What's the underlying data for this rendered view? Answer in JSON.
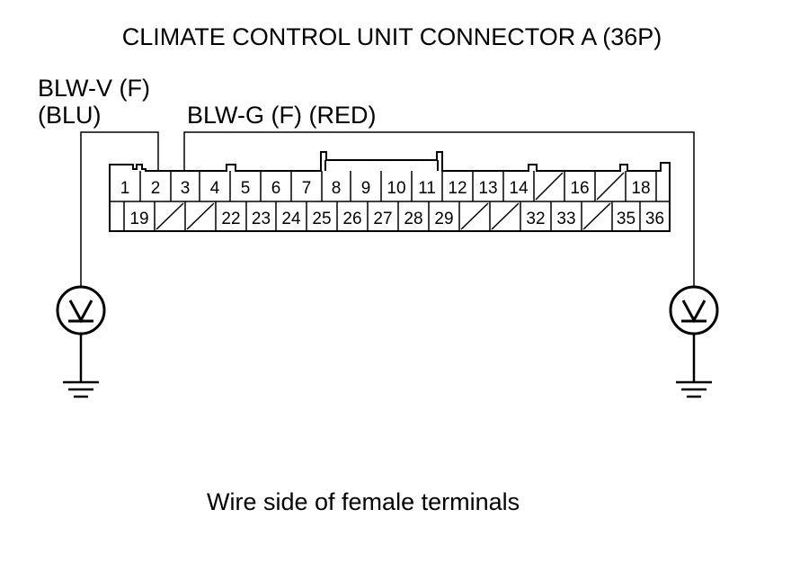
{
  "title": "CLIMATE CONTROL UNIT CONNECTOR A (36P)",
  "wire_left": {
    "name": "BLW-V (F)",
    "color": "(BLU)",
    "terminal": "2"
  },
  "wire_right": {
    "name": "BLW-G (F) (RED)",
    "terminal": "3"
  },
  "caption": "Wire side of female terminals",
  "connector": {
    "top_row": [
      "1",
      "2",
      "3",
      "4",
      "5",
      "6",
      "7",
      "8",
      "9",
      "10",
      "11",
      "12",
      "13",
      "14",
      "",
      "16",
      "",
      "18",
      ""
    ],
    "bottom_row": [
      "",
      "19",
      "",
      "",
      "22",
      "23",
      "24",
      "25",
      "26",
      "27",
      "28",
      "29",
      "",
      "",
      "32",
      "33",
      "",
      "35",
      "36"
    ]
  },
  "meter_left": {
    "icon": "voltmeter-icon",
    "symbol": "V"
  },
  "meter_right": {
    "icon": "voltmeter-icon",
    "symbol": "V"
  }
}
